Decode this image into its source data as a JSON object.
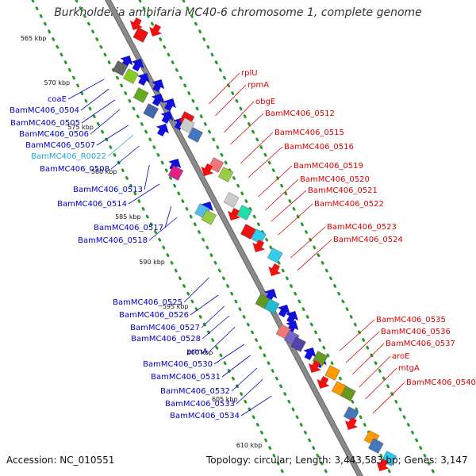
{
  "title": "Burkholderia ambifaria MC40-6 chromosome 1, complete genome",
  "footer": {
    "accession": "Accession: NC_010551",
    "summary": "Topology: circular; Length: 3,443,583 bp; Genes: 3,147"
  },
  "colors": {
    "backbone": "#8a8a8a",
    "minus_strand_text": "#0000cc",
    "plus_strand_text": "#dd0000",
    "rna_text": "#22aadd",
    "track_dots": "#2a9a2a",
    "minus_arrow": "#1010d8",
    "plus_arrow": "#ee1111"
  },
  "kbp_ticks": [
    "565 kbp",
    "570 kbp",
    "575 kbp",
    "580 kbp",
    "585 kbp",
    "590 kbp",
    "595 kbp",
    "600 kbp",
    "605 kbp",
    "610 kbp"
  ],
  "left_labels": [
    {
      "text": "coaE",
      "type": "gene"
    },
    {
      "text": "BamMC406_0504",
      "type": "gene"
    },
    {
      "text": "BamMC406_0505",
      "type": "gene"
    },
    {
      "text": "BamMC406_0506",
      "type": "gene"
    },
    {
      "text": "BamMC406_0507",
      "type": "gene"
    },
    {
      "text": "BamMC406_R0022",
      "type": "rna"
    },
    {
      "text": "BamMC406_0508",
      "type": "gene"
    },
    {
      "text": "BamMC406_0513",
      "type": "gene"
    },
    {
      "text": "BamMC406_0514",
      "type": "gene"
    },
    {
      "text": "BamMC406_0517",
      "type": "gene"
    },
    {
      "text": "BamMC406_0518",
      "type": "gene"
    },
    {
      "text": "BamMC406_0525",
      "type": "gene"
    },
    {
      "text": "BamMC406_0526",
      "type": "gene"
    },
    {
      "text": "BamMC406_0527",
      "type": "gene"
    },
    {
      "text": "BamMC406_0528",
      "type": "gene"
    },
    {
      "text": "prmA",
      "type": "gene"
    },
    {
      "text": "BamMC406_0530",
      "type": "gene"
    },
    {
      "text": "BamMC406_0531",
      "type": "gene"
    },
    {
      "text": "BamMC406_0532",
      "type": "gene"
    },
    {
      "text": "BamMC406_0533",
      "type": "gene"
    },
    {
      "text": "BamMC406_0534",
      "type": "gene"
    }
  ],
  "right_labels": [
    "rplU",
    "rpmA",
    "obgE",
    "BamMC406_0512",
    "BamMC406_0515",
    "BamMC406_0516",
    "BamMC406_0519",
    "BamMC406_0520",
    "BamMC406_0521",
    "BamMC406_0522",
    "BamMC406_0523",
    "BamMC406_0524",
    "BamMC406_0535",
    "BamMC406_0536",
    "BamMC406_0537",
    "aroE",
    "mtgA",
    "BamMC406_0540"
  ]
}
